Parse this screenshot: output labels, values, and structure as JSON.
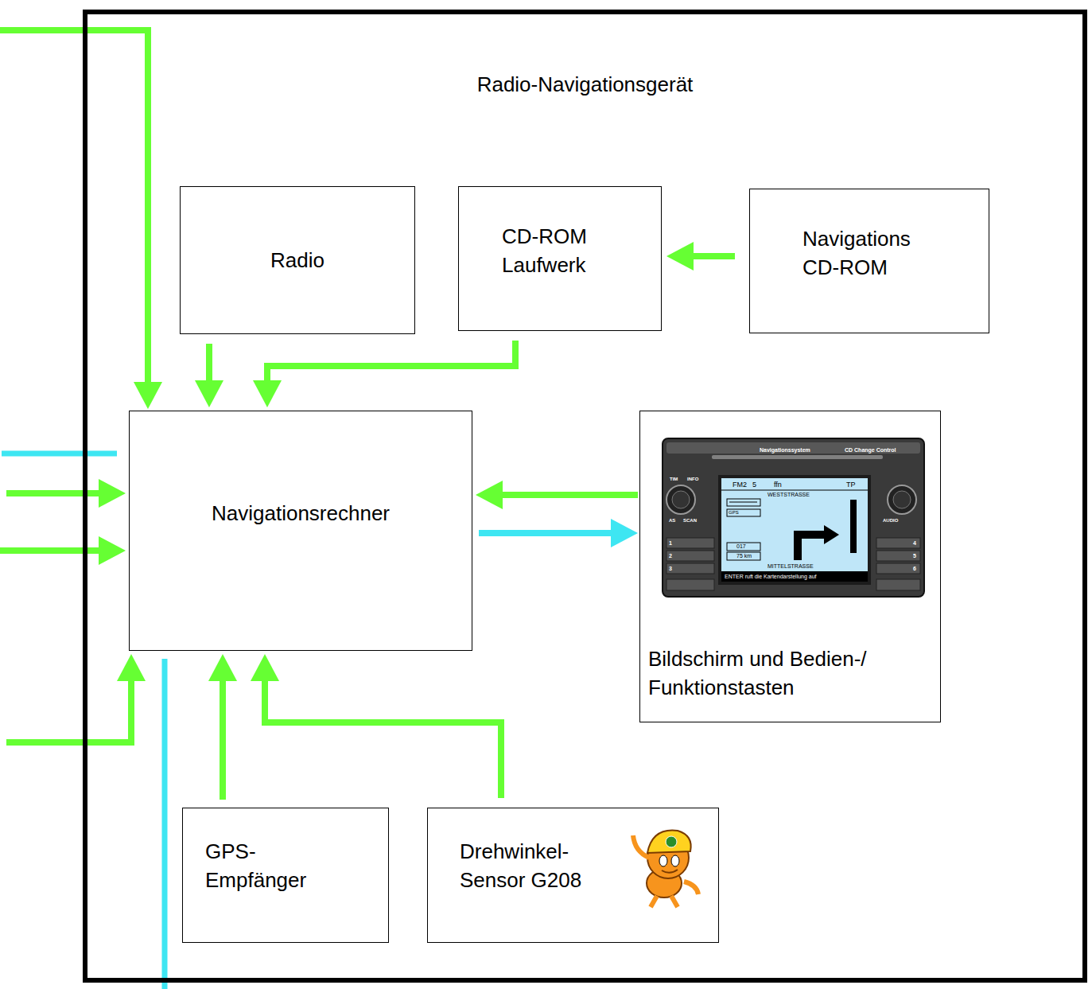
{
  "diagram": {
    "nodes": [
      {
        "text": [
          "Radio-Navigationsgerät"
        ]
      },
      {
        "text": [
          "Radio"
        ],
        "in": 0
      },
      {
        "text": [
          "CD-ROM Laufwerk"
        ],
        "in": 0
      },
      {
        "text": [
          "Navigations CD-ROM"
        ],
        "in": 0
      },
      {
        "text": [
          "Navigationsrechner"
        ],
        "in": 0
      },
      {
        "text": [
          "Bildschirm und Bedien-/ Funktionstasten"
        ],
        "in": 0
      },
      {
        "text": [
          "GPS- Empfänger"
        ],
        "in": 0
      },
      {
        "text": [
          "Drehwinkel- Sensor G208"
        ],
        "in": 0
      }
    ],
    "edges": [
      {
        "from": 3,
        "to": 2,
        "arrow": "to"
      },
      {
        "from": 1,
        "to": 4,
        "arrow": "to"
      },
      {
        "from": 2,
        "to": 4,
        "arrow": "to"
      },
      {
        "from": 5,
        "to": 4,
        "arrow": "to"
      },
      {
        "from": 4,
        "to": 5,
        "arrow": "to"
      },
      {
        "from": 6,
        "to": 4,
        "arrow": "to"
      },
      {
        "from": 7,
        "to": 4,
        "arrow": "to"
      }
    ],
    "labels": [
      "Navigationssystem",
      "CD Change Control",
      "TIM",
      "INFO",
      "FM2",
      "5",
      "ffn",
      "TP",
      "WESTSTRASSE",
      "GPS",
      "AS",
      "SCAN",
      "AUDIO",
      "1",
      "4",
      "017",
      "2",
      "5",
      "75 km",
      "3",
      "6",
      "MITTELSTRASSE",
      "ENTER ruft die Kartendarstellung auf"
    ]
  }
}
